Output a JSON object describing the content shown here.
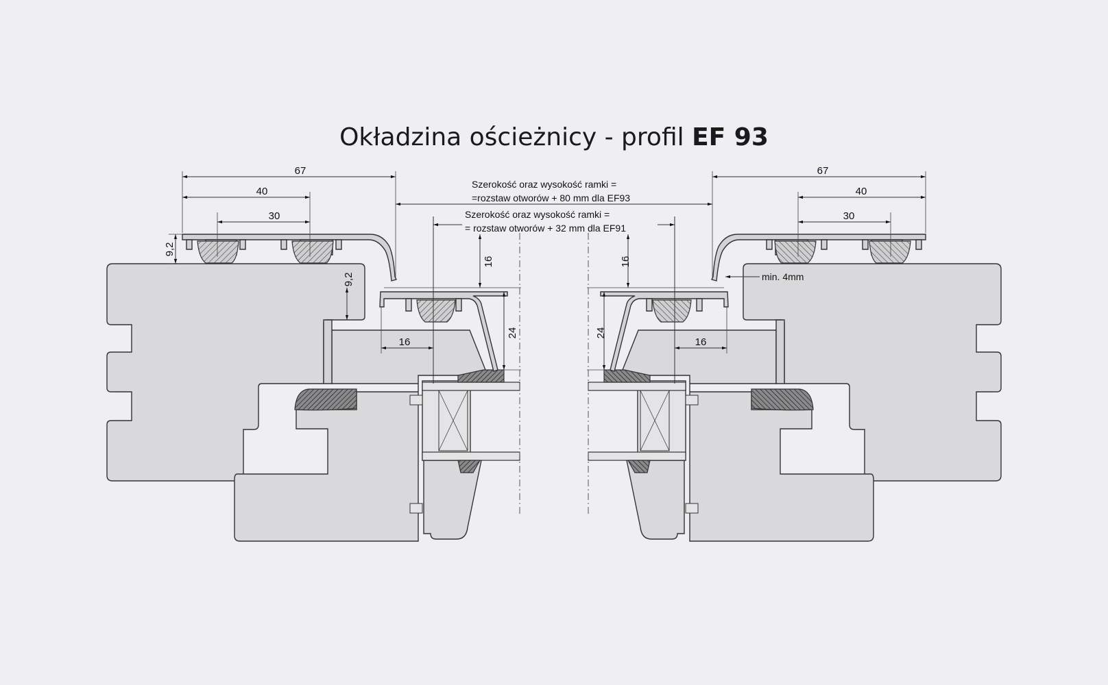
{
  "title": {
    "text": "Okładzina ościeżnicy - profil ",
    "bold": "EF 93"
  },
  "notes": {
    "ef93_line1": "Szerokość oraz wysokość ramki =",
    "ef93_line2": "=rozstaw otworów + 80 mm dla EF93",
    "ef91_line1": "Szerokość oraz wysokość ramki =",
    "ef91_line2": "= rozstaw otworów + 32 mm dla EF91",
    "min_gap": "min. 4mm"
  },
  "dimensions": {
    "left": {
      "d67": "67",
      "d40": "40",
      "d30": "30",
      "d9_2_a": "9,2",
      "d9_2_b": "9,2",
      "d16_v": "16",
      "d24": "24",
      "d16_h": "16"
    },
    "right": {
      "d67": "67",
      "d40": "40",
      "d30": "30",
      "d16_v": "16",
      "d24": "24",
      "d16_h": "16"
    }
  },
  "colors": {
    "background": "#eeeef3",
    "wood": "#d9d9dc",
    "line": "#333333"
  }
}
